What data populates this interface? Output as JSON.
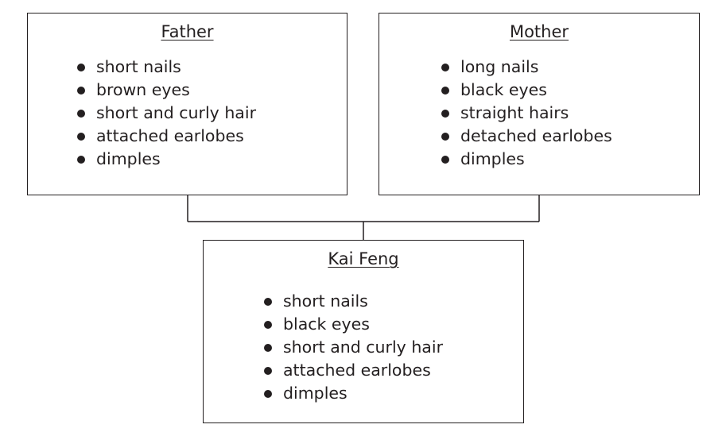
{
  "father": {
    "title": "Father",
    "traits": [
      "short nails",
      "brown eyes",
      "short and curly hair",
      "attached earlobes",
      "dimples"
    ]
  },
  "mother": {
    "title": "Mother",
    "traits": [
      "long nails",
      "black eyes",
      "straight hairs",
      "detached earlobes",
      "dimples"
    ]
  },
  "child": {
    "title": "Kai Feng",
    "traits": [
      "short nails",
      "black eyes",
      "short and curly hair",
      "attached earlobes",
      "dimples"
    ]
  }
}
